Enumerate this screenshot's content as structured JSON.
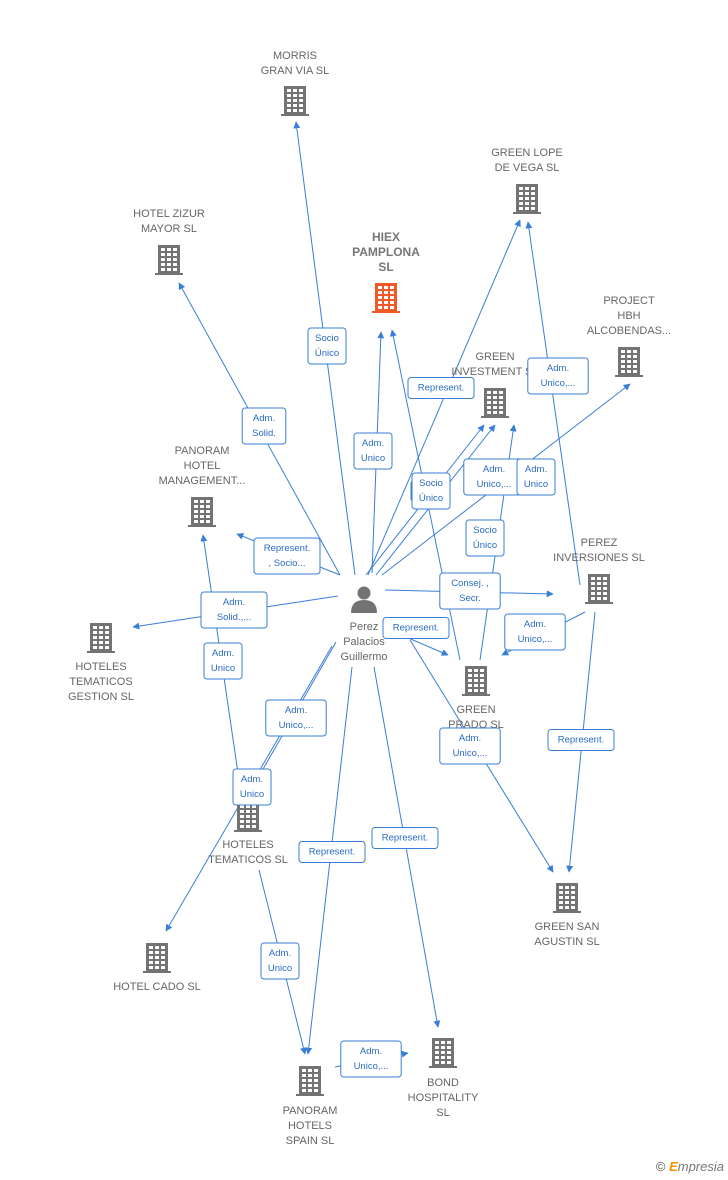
{
  "colors": {
    "edge": "#3a7fd5",
    "company": "#737373",
    "highlight": "#f05a28",
    "person": "#737373"
  },
  "nodes": [
    {
      "id": "person",
      "type": "person",
      "lines": [
        "Perez",
        "Palacios",
        "Guillermo"
      ]
    },
    {
      "id": "hiex",
      "type": "highlight",
      "lines": [
        "HIEX",
        "PAMPLONA",
        "SL"
      ]
    },
    {
      "id": "morris",
      "type": "company",
      "lines": [
        "MORRIS",
        "GRAN VIA  SL"
      ]
    },
    {
      "id": "lope",
      "type": "company",
      "lines": [
        "GREEN LOPE",
        "DE VEGA SL"
      ]
    },
    {
      "id": "zizur",
      "type": "company",
      "lines": [
        "HOTEL ZIZUR",
        "MAYOR SL"
      ]
    },
    {
      "id": "project",
      "type": "company",
      "lines": [
        "PROJECT",
        "HBH",
        "ALCOBENDAS..."
      ]
    },
    {
      "id": "ginvest",
      "type": "company",
      "lines": [
        "GREEN",
        "INVESTMENT SL"
      ]
    },
    {
      "id": "panhm",
      "type": "company",
      "lines": [
        "PANORAM",
        "HOTEL",
        "MANAGEMENT..."
      ]
    },
    {
      "id": "perezinv",
      "type": "company",
      "lines": [
        "PEREZ",
        "INVERSIONES SL"
      ]
    },
    {
      "id": "htgestion",
      "type": "company",
      "lines": [
        "HOTELES",
        "TEMATICOS",
        "GESTION  SL"
      ]
    },
    {
      "id": "gprado",
      "type": "company",
      "lines": [
        "GREEN",
        "PRADO SL"
      ]
    },
    {
      "id": "htsl",
      "type": "company",
      "lines": [
        "HOTELES",
        "TEMATICOS SL"
      ]
    },
    {
      "id": "gsanagustin",
      "type": "company",
      "lines": [
        "GREEN SAN",
        "AGUSTIN  SL"
      ]
    },
    {
      "id": "cado",
      "type": "company",
      "lines": [
        "HOTEL CADO SL"
      ]
    },
    {
      "id": "bond",
      "type": "company",
      "lines": [
        "BOND",
        "HOSPITALITY",
        "SL"
      ]
    },
    {
      "id": "panspain",
      "type": "company",
      "lines": [
        "PANORAM",
        "HOTELS",
        "SPAIN  SL"
      ]
    }
  ],
  "edge_labels": [
    [
      "Socio",
      "Único"
    ],
    [
      "Adm.",
      "Solid."
    ],
    [
      "Adm.",
      "Unico"
    ],
    [
      "Represent."
    ],
    [
      "Adm.",
      "Unico,..."
    ],
    [
      "Adm.",
      "Unico,..."
    ],
    [
      "Adm.",
      "Unico"
    ],
    [
      "Re..."
    ],
    [
      "Socio",
      "Único"
    ],
    [
      "Socio",
      "Único"
    ],
    [
      "Represent.",
      ", Socio..."
    ],
    [
      "Consej. ,",
      "Secr."
    ],
    [
      "Adm.",
      "Solid.,..."
    ],
    [
      "Represent."
    ],
    [
      "Adm.",
      "Unico,..."
    ],
    [
      "Adm.",
      "Unico"
    ],
    [
      "Adm.",
      "Unico,..."
    ],
    [
      "Represent."
    ],
    [
      "Adm.",
      "Unico,..."
    ],
    [
      "Adm.",
      "Unico"
    ],
    [
      "Represent."
    ],
    [
      "Represent."
    ],
    [
      "Adm.",
      "Unico"
    ],
    [
      "Adm.",
      "Unico,..."
    ]
  ],
  "brand": {
    "symbol": "©",
    "first": "E",
    "rest": "mpresia"
  }
}
